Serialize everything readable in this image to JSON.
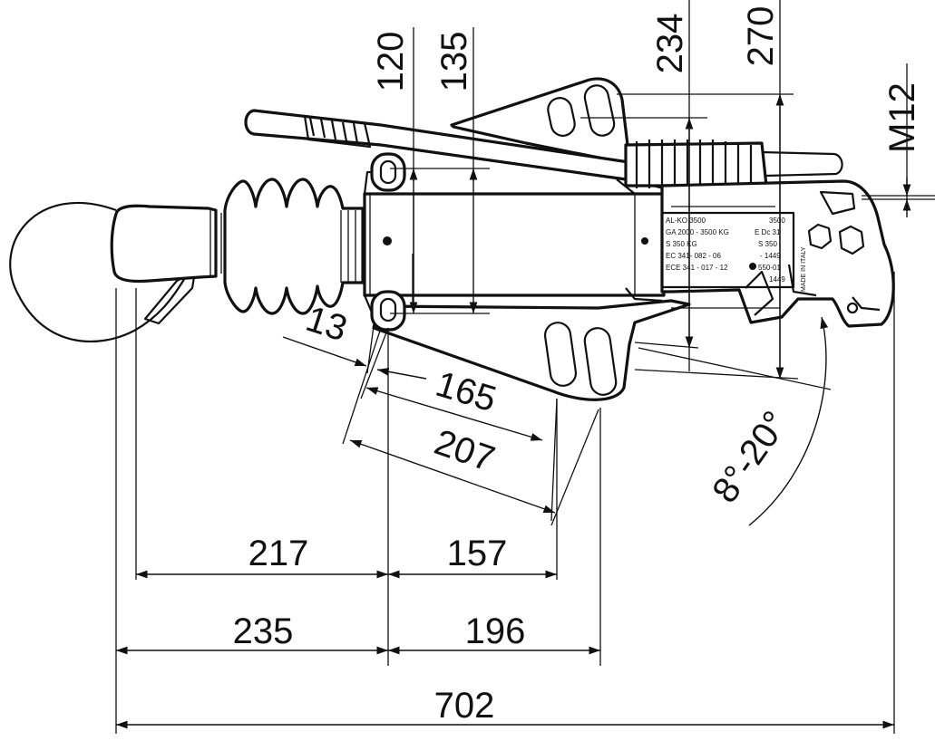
{
  "drawing": {
    "dimensions": {
      "d120": "120",
      "d135": "135",
      "d234": "234",
      "d270": "270",
      "m12": "M12",
      "d13": "13",
      "d165": "165",
      "d207": "207",
      "d217": "217",
      "d157": "157",
      "d235": "235",
      "d196": "196",
      "d702": "702",
      "angle": "8°-20°"
    },
    "nameplate": {
      "line1_left": "AL-KO 3500",
      "line1_right": "3500",
      "line2_left": "GA 2000 - 3500 KG",
      "line2_right": "E  Dc 31",
      "line3_left": "S 350 KG",
      "line3_right": "S 350",
      "line4_left": "EC  341- 082 - 06",
      "line4_right": "- 1449",
      "line5_left": "ECE  341 - 017 - 12",
      "line5_right": "550-01",
      "line6_right": "1449"
    },
    "origin_mark": "MADE IN ITALY"
  }
}
